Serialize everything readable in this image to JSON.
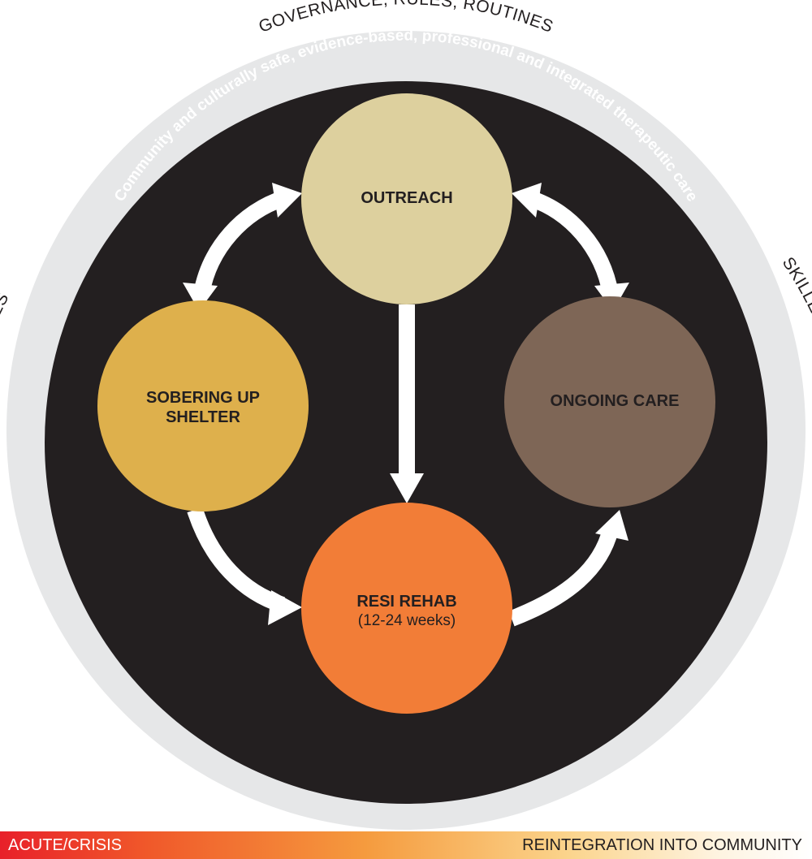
{
  "ring": {
    "top": "GOVERNANCE, RULES, ROUTINES",
    "left": "LINKS WITH OTHER SERVICES",
    "right": "SKILLED AND SPECIALIST WORKFORCE"
  },
  "inner_arc": "Community and culturally safe, evidence-based, professional and integrated therapeutic care",
  "nodes": {
    "outreach": {
      "label": "OUTREACH",
      "color": "#ddd09e"
    },
    "sobering": {
      "line1": "SOBERING UP",
      "line2": "SHELTER",
      "color": "#deb04c"
    },
    "ongoing": {
      "label": "ONGOING CARE",
      "color": "#7e6656"
    },
    "resi": {
      "label": "RESI REHAB",
      "sub": "(12-24 weeks)",
      "color": "#f27d37"
    }
  },
  "bar": {
    "left": "ACUTE/CRISIS",
    "right": "REINTEGRATION INTO COMMUNITY"
  },
  "colors": {
    "outer_ring": "#e6e7e8",
    "inner_circle": "#231f20",
    "arrows": "#ffffff"
  }
}
